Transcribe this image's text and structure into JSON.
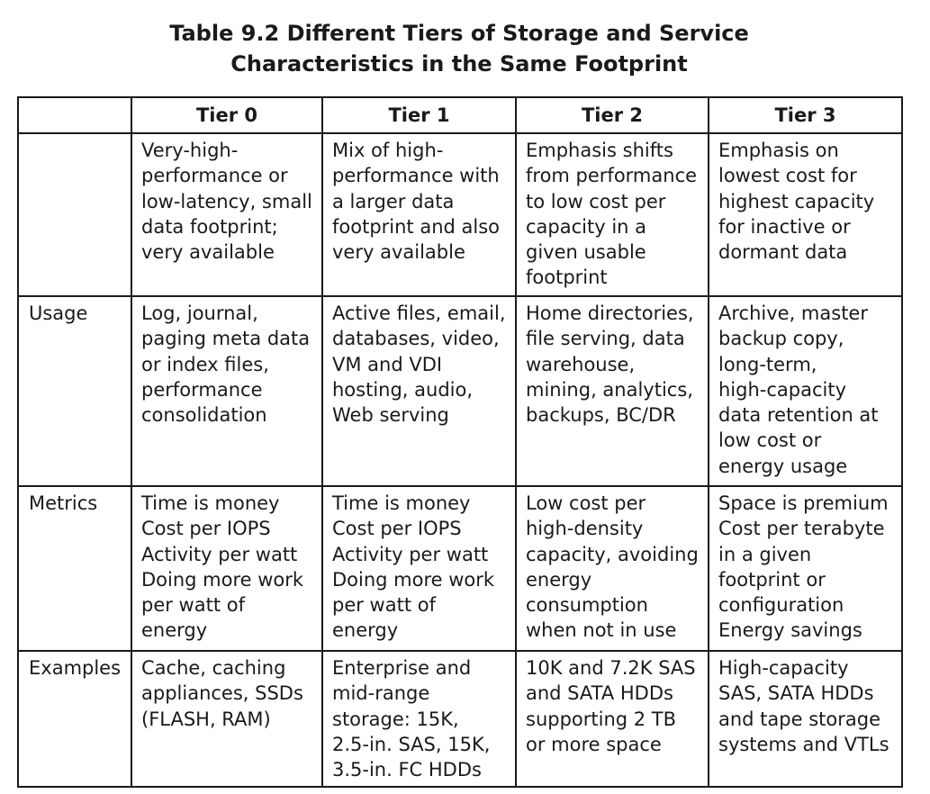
{
  "title": {
    "line1": "Table 9.2  Different Tiers of Storage and Service",
    "line2": "Characteristics in the Same Footprint"
  },
  "headers": [
    "",
    "Tier 0",
    "Tier 1",
    "Tier 2",
    "Tier 3"
  ],
  "rows": [
    {
      "label": "",
      "cells": [
        [
          "Very-high-",
          "performance or",
          "low-latency, small",
          "data footprint;",
          "very available"
        ],
        [
          "Mix of high-",
          "performance with",
          "a larger data",
          "footprint and also",
          "very available"
        ],
        [
          "Emphasis shifts",
          "from performance",
          "to low cost per",
          "capacity in a",
          "given usable",
          "footprint"
        ],
        [
          "Emphasis on",
          "lowest cost for",
          "highest capacity",
          "for inactive or",
          "dormant data"
        ]
      ]
    },
    {
      "label": "Usage",
      "cells": [
        [
          "Log, journal,",
          "paging meta data",
          "or index files,",
          "performance",
          "consolidation"
        ],
        [
          "Active files, email,",
          "databases, video,",
          "VM and VDI",
          "hosting, audio,",
          "Web serving"
        ],
        [
          "Home directories,",
          "file serving, data",
          "warehouse,",
          "mining, analytics,",
          "backups, BC/DR"
        ],
        [
          "Archive, master",
          "backup copy,",
          "long-term,",
          "high-capacity",
          "data retention at",
          "low cost or",
          "energy usage"
        ]
      ]
    },
    {
      "label": "Metrics",
      "cells": [
        [
          "Time is money",
          "Cost per IOPS",
          "Activity per watt",
          "Doing more work",
          "per watt of",
          "energy"
        ],
        [
          "Time is money",
          "Cost per IOPS",
          "Activity per watt",
          "Doing more work",
          "per watt of",
          "energy"
        ],
        [
          "Low cost per",
          "high-density",
          "capacity, avoiding",
          "energy",
          "consumption",
          "when not in use"
        ],
        [
          "Space is premium",
          "Cost per terabyte",
          "in a given",
          "footprint or",
          "configuration",
          "Energy savings"
        ]
      ]
    },
    {
      "label": "Examples",
      "cells": [
        [
          "Cache, caching",
          "appliances, SSDs",
          "(FLASH, RAM)"
        ],
        [
          "Enterprise and",
          "mid-range",
          "storage: 15K,",
          "2.5-in. SAS, 15K,",
          "3.5-in. FC HDDs"
        ],
        [
          "10K and 7.2K SAS",
          "and SATA HDDs",
          "supporting 2 TB",
          "or more space"
        ],
        [
          "High-capacity",
          "SAS, SATA HDDs",
          "and tape storage",
          "systems and VTLs"
        ]
      ]
    }
  ]
}
